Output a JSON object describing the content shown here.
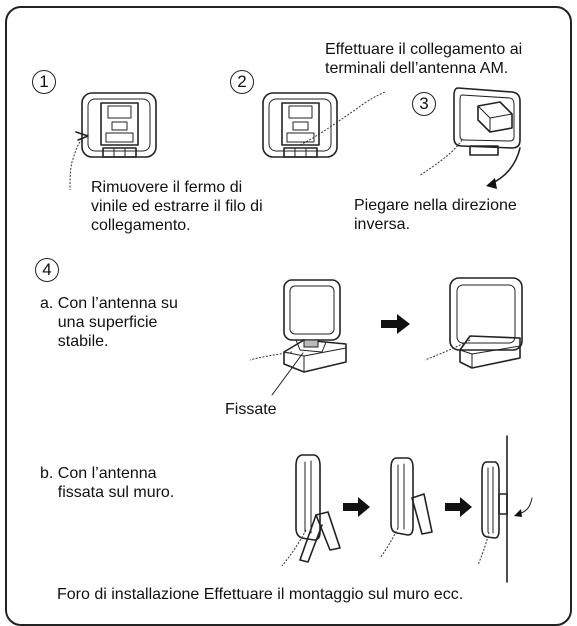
{
  "steps": {
    "s1": {
      "number": "1",
      "caption": "Rimuovere il fermo di\nvinile ed estrarre il filo di\ncollegamento."
    },
    "s2": {
      "number": "2"
    },
    "s3": {
      "number": "3",
      "top_note": "Effettuare il collegamento ai\nterminali dell’antenna AM.",
      "caption": "Piegare nella direzione\ninversa."
    },
    "s4": {
      "number": "4",
      "a": {
        "caption": "a. Con l’antenna su\n    una superficie\n    stabile.",
        "callout": "Fissate"
      },
      "b": {
        "caption": "b. Con l’antenna\n    fissata sul muro.",
        "bottom_note": "Foro di installazione Effettuare il montaggio sul muro ecc."
      }
    }
  },
  "icons": [
    "arrow-right-icon",
    "curved-arrow-icon"
  ]
}
